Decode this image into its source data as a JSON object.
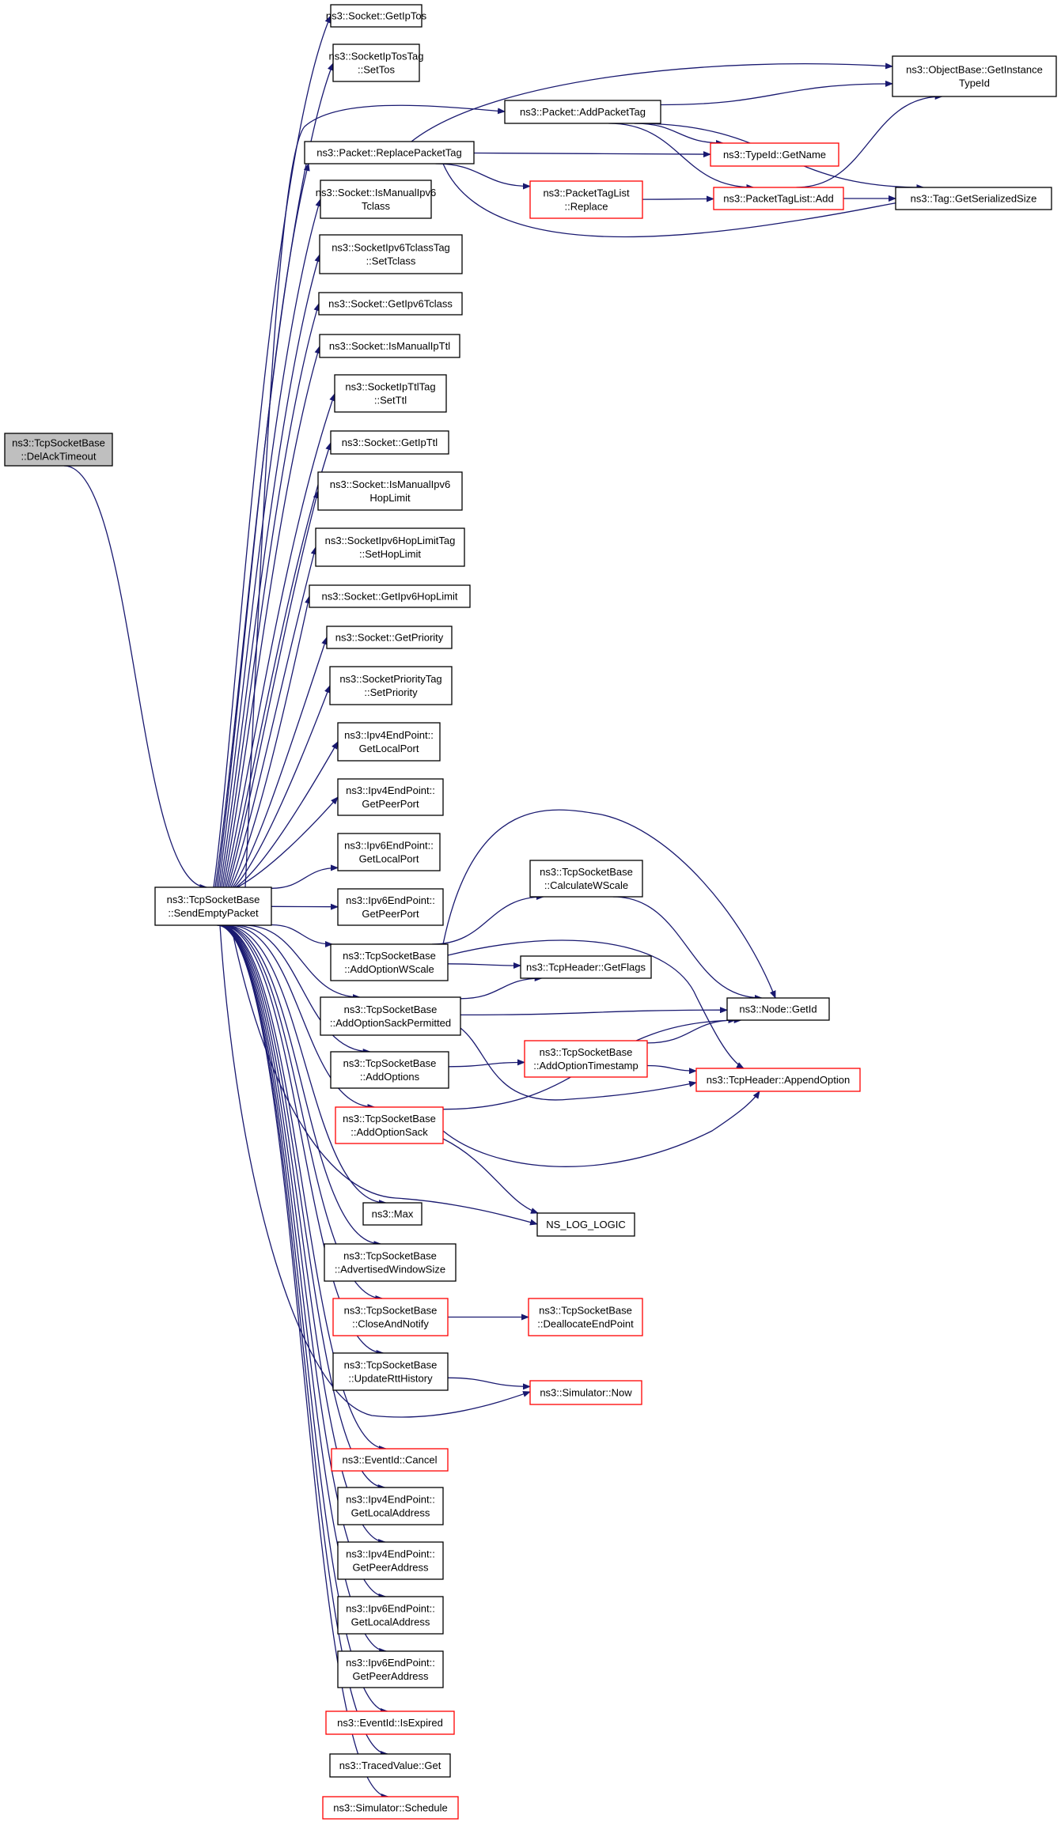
{
  "colors": {
    "edge": "#191970",
    "node_border": "#000000",
    "node_border_red": "#ff0000",
    "root_fill": "#bfbfbf",
    "node_fill": "#ffffff"
  },
  "nodes": [
    {
      "id": "n0",
      "lines": [
        "ns3::TcpSocketBase",
        "::DelAckTimeout"
      ],
      "style": "root"
    },
    {
      "id": "n1",
      "lines": [
        "ns3::TcpSocketBase",
        "::SendEmptyPacket"
      ],
      "style": "black"
    },
    {
      "id": "n2",
      "lines": [
        "ns3::Socket::GetIpTos"
      ],
      "style": "black"
    },
    {
      "id": "n3",
      "lines": [
        "ns3::SocketIpTosTag",
        "::SetTos"
      ],
      "style": "black"
    },
    {
      "id": "n4",
      "lines": [
        "ns3::Packet::ReplacePacketTag"
      ],
      "style": "black"
    },
    {
      "id": "n5",
      "lines": [
        "ns3::Socket::IsManualIpv6",
        "Tclass"
      ],
      "style": "black"
    },
    {
      "id": "n6",
      "lines": [
        "ns3::SocketIpv6TclassTag",
        "::SetTclass"
      ],
      "style": "black"
    },
    {
      "id": "n7",
      "lines": [
        "ns3::Socket::GetIpv6Tclass"
      ],
      "style": "black"
    },
    {
      "id": "n8",
      "lines": [
        "ns3::Socket::IsManualIpTtl"
      ],
      "style": "black"
    },
    {
      "id": "n9",
      "lines": [
        "ns3::SocketIpTtlTag",
        "::SetTtl"
      ],
      "style": "black"
    },
    {
      "id": "n10",
      "lines": [
        "ns3::Socket::GetIpTtl"
      ],
      "style": "black"
    },
    {
      "id": "n11",
      "lines": [
        "ns3::Socket::IsManualIpv6",
        "HopLimit"
      ],
      "style": "black"
    },
    {
      "id": "n12",
      "lines": [
        "ns3::SocketIpv6HopLimitTag",
        "::SetHopLimit"
      ],
      "style": "black"
    },
    {
      "id": "n13",
      "lines": [
        "ns3::Socket::GetIpv6HopLimit"
      ],
      "style": "black"
    },
    {
      "id": "n14",
      "lines": [
        "ns3::Socket::GetPriority"
      ],
      "style": "black"
    },
    {
      "id": "n15",
      "lines": [
        "ns3::SocketPriorityTag",
        "::SetPriority"
      ],
      "style": "black"
    },
    {
      "id": "n16",
      "lines": [
        "ns3::Ipv4EndPoint::",
        "GetLocalPort"
      ],
      "style": "black"
    },
    {
      "id": "n17",
      "lines": [
        "ns3::Ipv4EndPoint::",
        "GetPeerPort"
      ],
      "style": "black"
    },
    {
      "id": "n18",
      "lines": [
        "ns3::Ipv6EndPoint::",
        "GetLocalPort"
      ],
      "style": "black"
    },
    {
      "id": "n19",
      "lines": [
        "ns3::Ipv6EndPoint::",
        "GetPeerPort"
      ],
      "style": "black"
    },
    {
      "id": "n20",
      "lines": [
        "ns3::TcpSocketBase",
        "::AddOptionWScale"
      ],
      "style": "black"
    },
    {
      "id": "n21",
      "lines": [
        "ns3::TcpSocketBase",
        "::AddOptionSackPermitted"
      ],
      "style": "black"
    },
    {
      "id": "n22",
      "lines": [
        "ns3::TcpSocketBase",
        "::AddOptions"
      ],
      "style": "black"
    },
    {
      "id": "n23",
      "lines": [
        "ns3::TcpSocketBase",
        "::AddOptionSack"
      ],
      "style": "red"
    },
    {
      "id": "n24",
      "lines": [
        "ns3::Max"
      ],
      "style": "black"
    },
    {
      "id": "n25",
      "lines": [
        "ns3::TcpSocketBase",
        "::AdvertisedWindowSize"
      ],
      "style": "black"
    },
    {
      "id": "n26",
      "lines": [
        "ns3::TcpSocketBase",
        "::CloseAndNotify"
      ],
      "style": "red"
    },
    {
      "id": "n27",
      "lines": [
        "ns3::TcpSocketBase",
        "::UpdateRttHistory"
      ],
      "style": "black"
    },
    {
      "id": "n28",
      "lines": [
        "ns3::EventId::Cancel"
      ],
      "style": "red"
    },
    {
      "id": "n29",
      "lines": [
        "ns3::Ipv4EndPoint::",
        "GetLocalAddress"
      ],
      "style": "black"
    },
    {
      "id": "n30",
      "lines": [
        "ns3::Ipv4EndPoint::",
        "GetPeerAddress"
      ],
      "style": "black"
    },
    {
      "id": "n31",
      "lines": [
        "ns3::Ipv6EndPoint::",
        "GetLocalAddress"
      ],
      "style": "black"
    },
    {
      "id": "n32",
      "lines": [
        "ns3::Ipv6EndPoint::",
        "GetPeerAddress"
      ],
      "style": "black"
    },
    {
      "id": "n33",
      "lines": [
        "ns3::EventId::IsExpired"
      ],
      "style": "red"
    },
    {
      "id": "n34",
      "lines": [
        "ns3::TracedValue::Get"
      ],
      "style": "black"
    },
    {
      "id": "n35",
      "lines": [
        "ns3::Simulator::Schedule"
      ],
      "style": "red"
    },
    {
      "id": "n36",
      "lines": [
        "ns3::Packet::AddPacketTag"
      ],
      "style": "black"
    },
    {
      "id": "n37",
      "lines": [
        "ns3::PacketTagList",
        "::Replace"
      ],
      "style": "red"
    },
    {
      "id": "n38",
      "lines": [
        "ns3::ObjectBase::GetInstance",
        "TypeId"
      ],
      "style": "black"
    },
    {
      "id": "n39",
      "lines": [
        "ns3::TypeId::GetName"
      ],
      "style": "red"
    },
    {
      "id": "n40",
      "lines": [
        "ns3::PacketTagList::Add"
      ],
      "style": "red"
    },
    {
      "id": "n41",
      "lines": [
        "ns3::Tag::GetSerializedSize"
      ],
      "style": "black"
    },
    {
      "id": "n42",
      "lines": [
        "ns3::TcpSocketBase",
        "::CalculateWScale"
      ],
      "style": "black"
    },
    {
      "id": "n43",
      "lines": [
        "ns3::TcpHeader::GetFlags"
      ],
      "style": "black"
    },
    {
      "id": "n44",
      "lines": [
        "ns3::Node::GetId"
      ],
      "style": "black"
    },
    {
      "id": "n45",
      "lines": [
        "ns3::TcpSocketBase",
        "::AddOptionTimestamp"
      ],
      "style": "red"
    },
    {
      "id": "n46",
      "lines": [
        "ns3::TcpHeader::AppendOption"
      ],
      "style": "red"
    },
    {
      "id": "n47",
      "lines": [
        "NS_LOG_LOGIC"
      ],
      "style": "black"
    },
    {
      "id": "n48",
      "lines": [
        "ns3::TcpSocketBase",
        "::DeallocateEndPoint"
      ],
      "style": "red"
    },
    {
      "id": "n49",
      "lines": [
        "ns3::Simulator::Now"
      ],
      "style": "red"
    }
  ],
  "edges": [
    [
      "n0",
      "n1"
    ],
    [
      "n1",
      "n2"
    ],
    [
      "n1",
      "n3"
    ],
    [
      "n1",
      "n4"
    ],
    [
      "n1",
      "n5"
    ],
    [
      "n1",
      "n6"
    ],
    [
      "n1",
      "n7"
    ],
    [
      "n1",
      "n8"
    ],
    [
      "n1",
      "n9"
    ],
    [
      "n1",
      "n10"
    ],
    [
      "n1",
      "n11"
    ],
    [
      "n1",
      "n12"
    ],
    [
      "n1",
      "n13"
    ],
    [
      "n1",
      "n14"
    ],
    [
      "n1",
      "n15"
    ],
    [
      "n1",
      "n16"
    ],
    [
      "n1",
      "n17"
    ],
    [
      "n1",
      "n18"
    ],
    [
      "n1",
      "n19"
    ],
    [
      "n1",
      "n20"
    ],
    [
      "n1",
      "n21"
    ],
    [
      "n1",
      "n22"
    ],
    [
      "n1",
      "n23"
    ],
    [
      "n1",
      "n24"
    ],
    [
      "n1",
      "n25"
    ],
    [
      "n1",
      "n26"
    ],
    [
      "n1",
      "n27"
    ],
    [
      "n1",
      "n28"
    ],
    [
      "n1",
      "n29"
    ],
    [
      "n1",
      "n30"
    ],
    [
      "n1",
      "n31"
    ],
    [
      "n1",
      "n32"
    ],
    [
      "n1",
      "n33"
    ],
    [
      "n1",
      "n34"
    ],
    [
      "n1",
      "n35"
    ],
    [
      "n1",
      "n36"
    ],
    [
      "n1",
      "n47"
    ],
    [
      "n1",
      "n49"
    ],
    [
      "n4",
      "n38"
    ],
    [
      "n4",
      "n39"
    ],
    [
      "n4",
      "n37"
    ],
    [
      "n4",
      "n41"
    ],
    [
      "n36",
      "n38"
    ],
    [
      "n36",
      "n39"
    ],
    [
      "n36",
      "n40"
    ],
    [
      "n36",
      "n41"
    ],
    [
      "n37",
      "n40"
    ],
    [
      "n40",
      "n38"
    ],
    [
      "n40",
      "n41"
    ],
    [
      "n20",
      "n42"
    ],
    [
      "n20",
      "n43"
    ],
    [
      "n20",
      "n44"
    ],
    [
      "n20",
      "n46"
    ],
    [
      "n42",
      "n44"
    ],
    [
      "n21",
      "n43"
    ],
    [
      "n21",
      "n44"
    ],
    [
      "n21",
      "n46"
    ],
    [
      "n22",
      "n45"
    ],
    [
      "n45",
      "n44"
    ],
    [
      "n45",
      "n46"
    ],
    [
      "n23",
      "n44"
    ],
    [
      "n23",
      "n46"
    ],
    [
      "n23",
      "n47"
    ],
    [
      "n26",
      "n48"
    ],
    [
      "n27",
      "n49"
    ]
  ]
}
